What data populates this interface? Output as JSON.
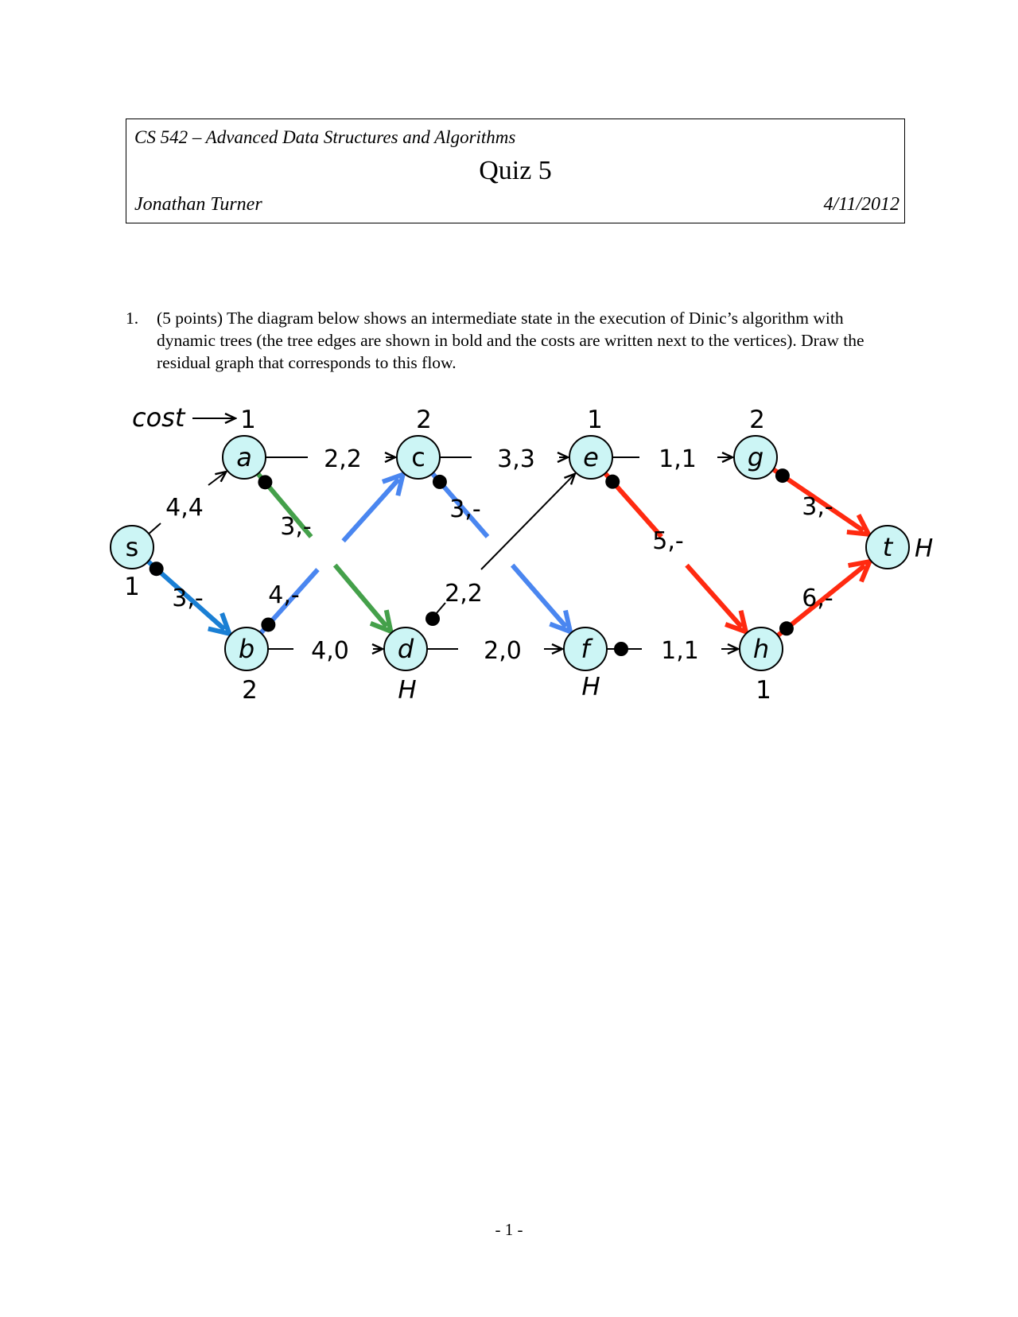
{
  "header": {
    "course_title": "CS 542 – Advanced Data Structures and Algorithms",
    "quiz_title": "Quiz 5",
    "author": "Jonathan Turner",
    "date": "4/11/2012"
  },
  "question": {
    "number": "1.",
    "text": "(5 points) The diagram below shows an intermediate state in the execution of Dinic’s algorithm with dynamic trees (the tree edges are shown in bold and the costs are written next to the vertices). Draw the residual graph that corresponds to this flow."
  },
  "diagram": {
    "cost_label": "cost",
    "nodes": [
      {
        "id": "s",
        "label": "s",
        "annotation": "1"
      },
      {
        "id": "a",
        "label": "a",
        "annotation": "1"
      },
      {
        "id": "b",
        "label": "b",
        "annotation": "2"
      },
      {
        "id": "c",
        "label": "c",
        "annotation": "2"
      },
      {
        "id": "d",
        "label": "d",
        "annotation": "H"
      },
      {
        "id": "e",
        "label": "e",
        "annotation": "1"
      },
      {
        "id": "f",
        "label": "f",
        "annotation": "H"
      },
      {
        "id": "g",
        "label": "g",
        "annotation": "2"
      },
      {
        "id": "h",
        "label": "h",
        "annotation": "1"
      },
      {
        "id": "t",
        "label": "t",
        "annotation": "H"
      }
    ],
    "edges": [
      {
        "from": "s",
        "to": "a",
        "label": "4,4",
        "tree": false
      },
      {
        "from": "s",
        "to": "b",
        "label": "3,-",
        "tree": true,
        "color": "#1a7fd4"
      },
      {
        "from": "a",
        "to": "c",
        "label": "2,2",
        "tree": false
      },
      {
        "from": "a",
        "to": "d",
        "label": "3,-",
        "tree": true,
        "color": "#44a04a"
      },
      {
        "from": "b",
        "to": "c",
        "label": "4,-",
        "tree": true,
        "color": "#4a86f0"
      },
      {
        "from": "b",
        "to": "d",
        "label": "4,0",
        "tree": false
      },
      {
        "from": "c",
        "to": "e",
        "label": "3,3",
        "tree": false
      },
      {
        "from": "c",
        "to": "f",
        "label": "3,-",
        "tree": true,
        "color": "#4a86f0"
      },
      {
        "from": "d",
        "to": "e",
        "label": "2,2",
        "tree": false
      },
      {
        "from": "d",
        "to": "f",
        "label": "2,0",
        "tree": false
      },
      {
        "from": "e",
        "to": "g",
        "label": "1,1",
        "tree": false
      },
      {
        "from": "e",
        "to": "h",
        "label": "5,-",
        "tree": true,
        "color": "#ff2a10"
      },
      {
        "from": "f",
        "to": "h",
        "label": "1,1",
        "tree": false
      },
      {
        "from": "g",
        "to": "t",
        "label": "3,-",
        "tree": true,
        "color": "#ff2a10"
      },
      {
        "from": "h",
        "to": "t",
        "label": "6,-",
        "tree": true,
        "color": "#ff2a10"
      }
    ]
  },
  "footer": {
    "page_number": "- 1 -"
  },
  "colors": {
    "node_fill": "#ccf5f5",
    "tree_blue": "#4a86f0",
    "tree_dark_blue": "#1a7fd4",
    "tree_green": "#44a04a",
    "tree_red": "#ff2a10"
  }
}
